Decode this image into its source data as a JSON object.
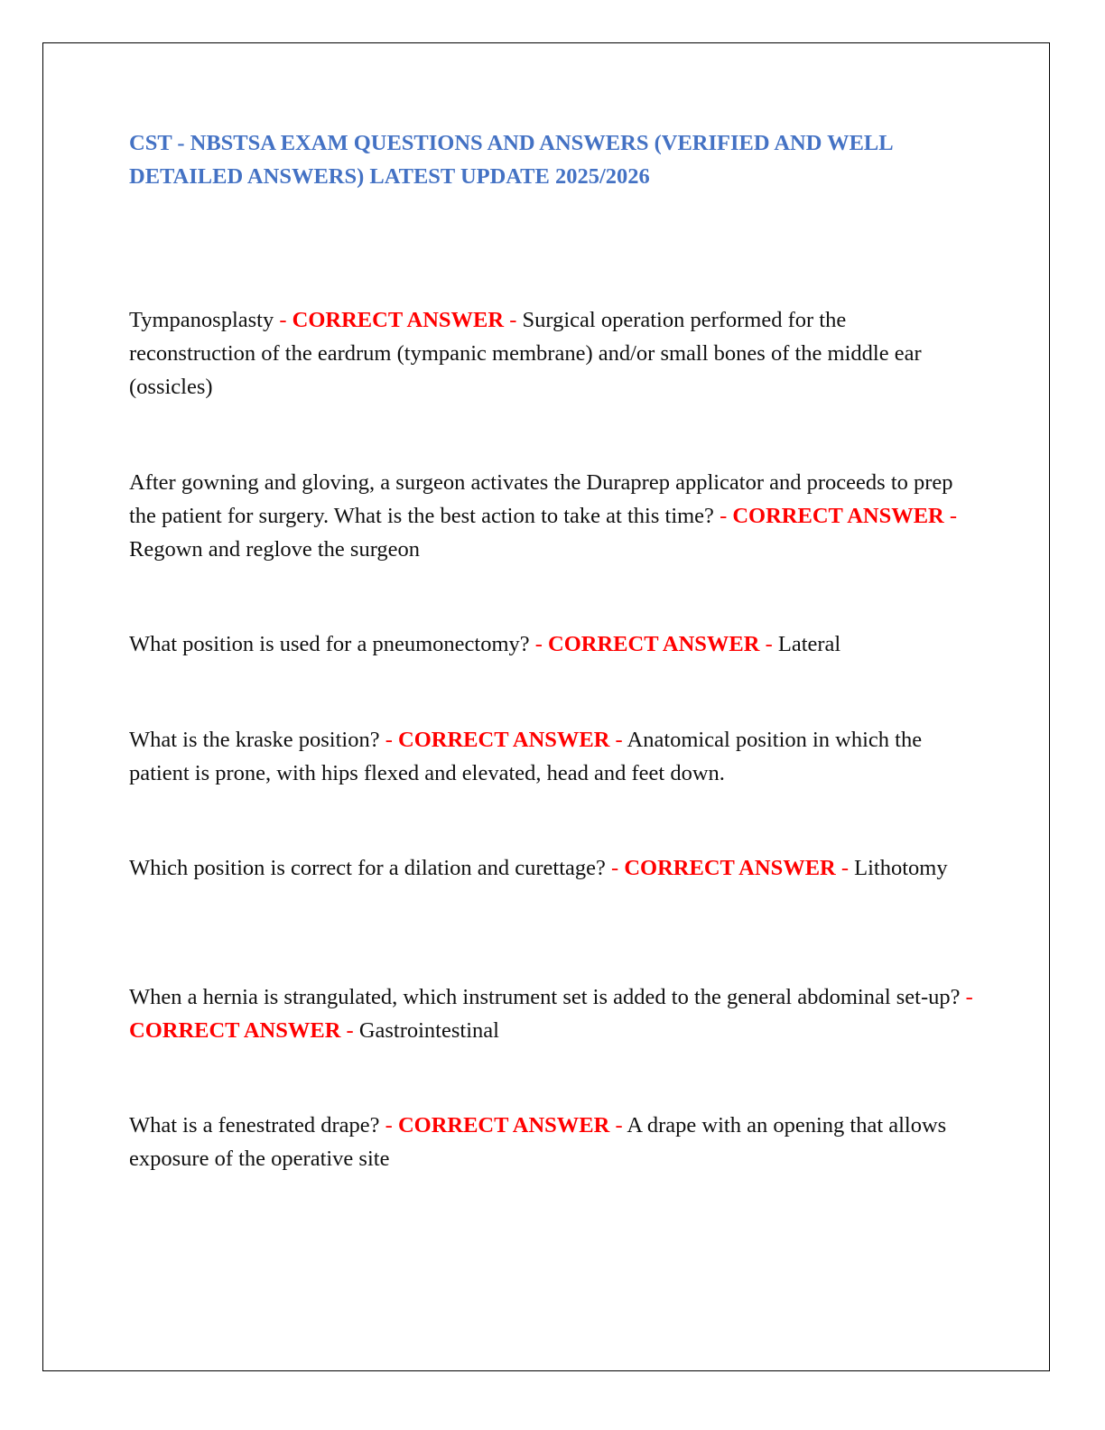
{
  "document": {
    "title": "CST - NBSTSA EXAM QUESTIONS AND ANSWERS (VERIFIED AND WELL DETAILED ANSWERS) LATEST UPDATE 2025/2026",
    "separator": "-",
    "answer_marker": "CORRECT ANSWER",
    "colors": {
      "title": "#4472c4",
      "marker": "#ff0000",
      "body_text": "#111111",
      "frame": "#000000"
    },
    "items": [
      {
        "question": "Tympanosplasty",
        "answer": "Surgical operation performed for the reconstruction of the eardrum (tympanic membrane) and/or small bones of the middle ear (ossicles)"
      },
      {
        "question": "After gowning and gloving, a surgeon activates the Duraprep applicator and proceeds to prep the patient for surgery. What is the best action to take at this time?",
        "answer": "Regown and reglove the surgeon"
      },
      {
        "question": "What position is used for a pneumonectomy?",
        "answer": "Lateral"
      },
      {
        "question": "What is the kraske position?",
        "answer": "Anatomical position in which the patient is prone, with hips flexed and elevated, head and feet down."
      },
      {
        "question": "Which position is correct for a dilation and curettage?",
        "answer": "Lithotomy"
      },
      {
        "question": "When a hernia is strangulated, which instrument set is added to the general abdominal set-up?",
        "answer": "Gastrointestinal"
      },
      {
        "question": "What is a fenestrated drape?",
        "answer": "A drape with an opening that allows exposure of the operative site"
      }
    ]
  }
}
